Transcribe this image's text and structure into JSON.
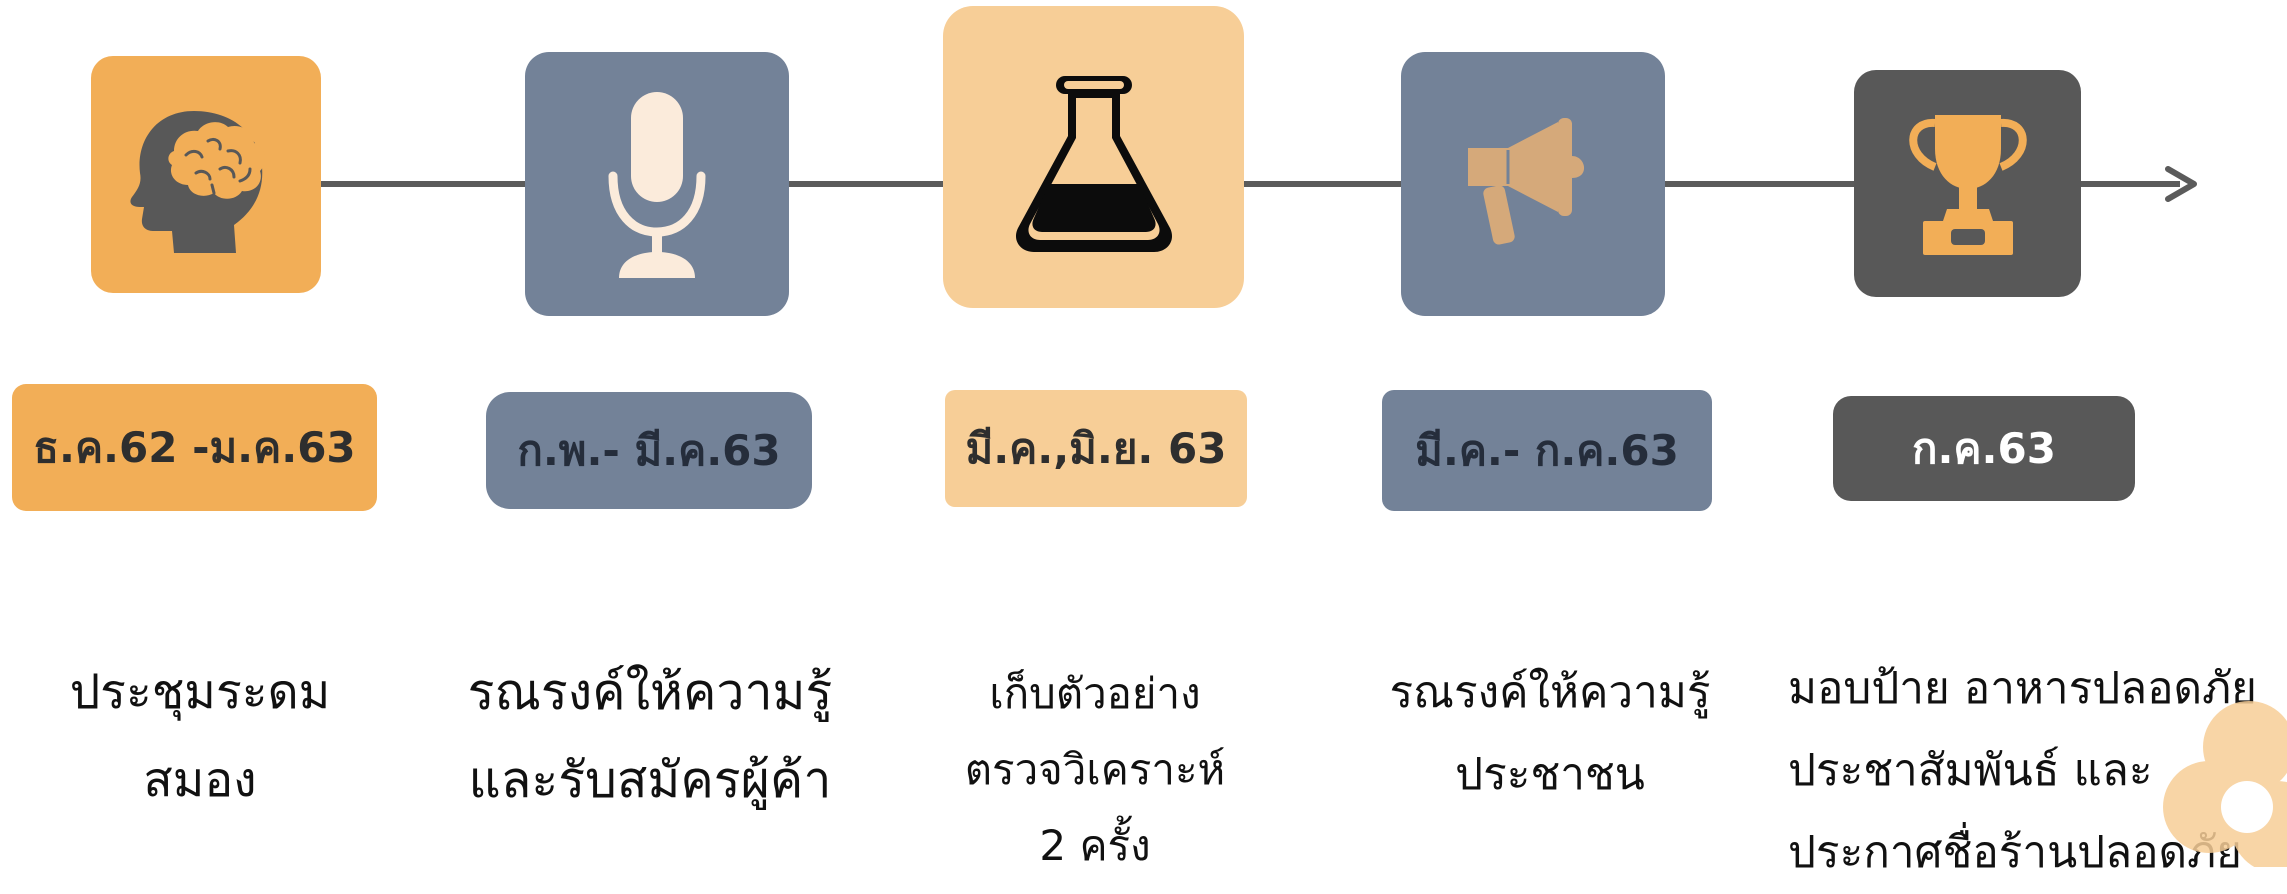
{
  "colors": {
    "orange": "#F2AE57",
    "slate": "#738298",
    "peach": "#F7CE97",
    "charcoal": "#585858",
    "line": "#5b5b5b"
  },
  "steps": [
    {
      "icon": "brain-head-icon",
      "date": "ธ.ค.62 -ม.ค.63",
      "lines": [
        "ประชุมระดม",
        "สมอง"
      ]
    },
    {
      "icon": "microphone-icon",
      "date": "ก.พ.- มี.ค.63",
      "lines": [
        "รณรงค์ให้ความรู้",
        "และรับสมัครผู้ค้า"
      ]
    },
    {
      "icon": "flask-icon",
      "date": "มี.ค.,มิ.ย. 63",
      "lines": [
        "เก็บตัวอย่าง",
        "ตรวจวิเคราะห์",
        "2 ครั้ง"
      ]
    },
    {
      "icon": "megaphone-icon",
      "date": "มี.ค.- ก.ค.63",
      "lines": [
        "รณรงค์ให้ความรู้",
        "ประชาชน"
      ]
    },
    {
      "icon": "trophy-icon",
      "date": "ก.ค.63",
      "lines": [
        "มอบป้าย อาหารปลอดภัย",
        "ประชาสัมพันธ์ และ",
        "ประกาศชื่อร้านปลอดภัย"
      ]
    }
  ]
}
